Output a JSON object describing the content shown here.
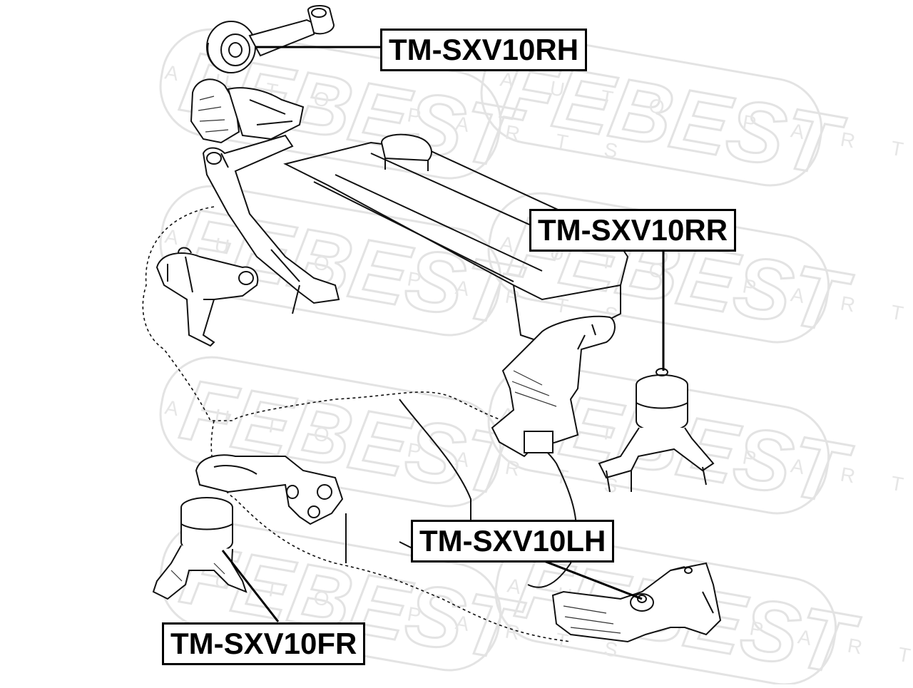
{
  "watermark": {
    "brand": "FEBEST",
    "tagline": "AUTO PARTS"
  },
  "labels": {
    "rh": "TM-SXV10RH",
    "rr": "TM-SXV10RR",
    "lh": "TM-SXV10LH",
    "fr": "TM-SXV10FR"
  }
}
